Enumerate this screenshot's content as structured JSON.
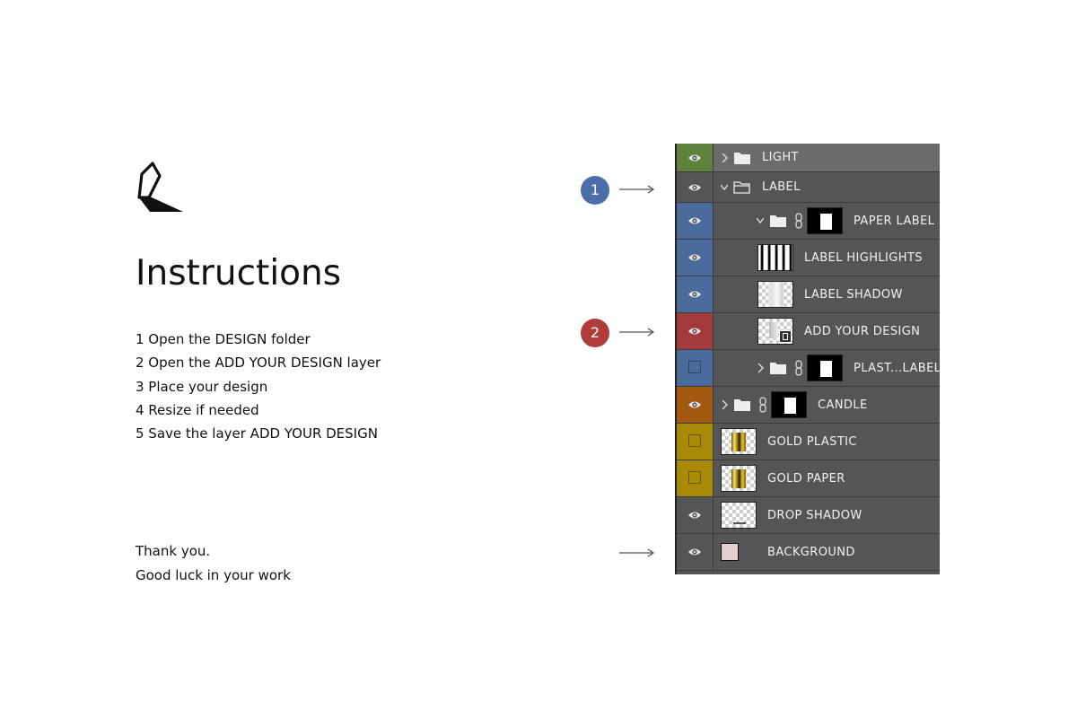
{
  "instructions": {
    "title": "Instructions",
    "steps": [
      "1 Open the DESIGN folder",
      "2 Open the ADD YOUR DESIGN layer",
      "3 Place your design",
      "4 Resize if needed",
      "5 Save the layer ADD YOUR DESIGN"
    ],
    "thanks": [
      "Thank you.",
      "Good luck in your work"
    ]
  },
  "callouts": [
    {
      "number": "1",
      "color": "#4a6ea8"
    },
    {
      "number": "2",
      "color": "#b13a3a"
    }
  ],
  "layers_panel": {
    "layers": [
      {
        "name": "LIGHT",
        "kind": "group",
        "visible": true,
        "expanded": false,
        "color": "#5e823e",
        "selected": true
      },
      {
        "name": "LABEL",
        "kind": "group",
        "visible": true,
        "expanded": true,
        "color": null
      },
      {
        "name": "PAPER LABEL",
        "kind": "group-mask",
        "visible": true,
        "expanded": true,
        "color": "#4a6b9c"
      },
      {
        "name": "LABEL HIGHLIGHTS",
        "kind": "layer",
        "visible": true,
        "color": "#4a6b9c",
        "thumbnail": "gradient-dark"
      },
      {
        "name": "LABEL SHADOW",
        "kind": "layer",
        "visible": true,
        "color": "#4a6b9c",
        "thumbnail": "gradient-light"
      },
      {
        "name": "ADD YOUR DESIGN",
        "kind": "smart-object",
        "visible": true,
        "color": "#a23a3a",
        "thumbnail": "smart-object"
      },
      {
        "name": "PLAST...LABEL",
        "kind": "group-mask",
        "visible": false,
        "expanded": false,
        "color": "#4a6b9c"
      },
      {
        "name": "CANDLE",
        "kind": "group-mask",
        "visible": true,
        "expanded": false,
        "color": "#a15a10"
      },
      {
        "name": "GOLD PLASTIC",
        "kind": "layer",
        "visible": false,
        "color": "#a88a08",
        "thumbnail": "gold"
      },
      {
        "name": "GOLD PAPER",
        "kind": "layer",
        "visible": false,
        "color": "#a88a08",
        "thumbnail": "gold"
      },
      {
        "name": "DROP SHADOW",
        "kind": "layer",
        "visible": true,
        "color": null,
        "thumbnail": "shadow"
      },
      {
        "name": "BACKGROUND",
        "kind": "layer",
        "visible": true,
        "color": null,
        "thumbnail": "swatch",
        "swatch_color": "#e6cfcf"
      }
    ]
  },
  "icons": {
    "logo": "brand-logo-icon",
    "eye": "eye-icon",
    "folder": "folder-icon",
    "chain": "link-icon",
    "chevron": "chevron-icon",
    "arrow": "arrow-right-icon"
  }
}
